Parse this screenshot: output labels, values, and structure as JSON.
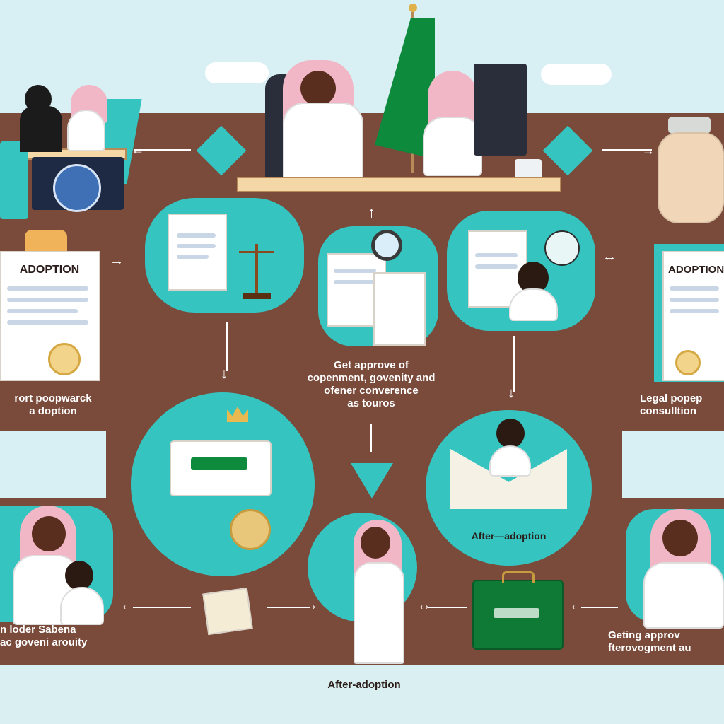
{
  "captions": {
    "top_left_form": "ADOPTION",
    "top_right_form": "ADOPTION",
    "left_mid": [
      "rort poopwarck",
      "a doption"
    ],
    "center_mid": [
      "Get approve of",
      "copenment, govenity and",
      "ofener converence",
      "as touros"
    ],
    "right_mid": [
      "Legal popep",
      "consulltion"
    ],
    "center_right": "After—adoption",
    "bottom_left": [
      "n loder Sabena",
      "ac goveni arouity"
    ],
    "bottom_right": [
      "Geting approv",
      "fterovogment au"
    ],
    "bottom_center": "After-adoption"
  },
  "colors": {
    "teal": "#35c4c0",
    "brown_band": "#7a4a3a",
    "sky": "#d8eff3",
    "flag_green": "#0e8a3c"
  },
  "icons": [
    "judge-icon",
    "flag-icon",
    "document-icon",
    "scale-icon",
    "magnifier-icon",
    "child-icon",
    "envelope-icon",
    "crown-icon",
    "gear-icon",
    "briefcase-icon",
    "jar-icon",
    "clipboard-icon"
  ]
}
